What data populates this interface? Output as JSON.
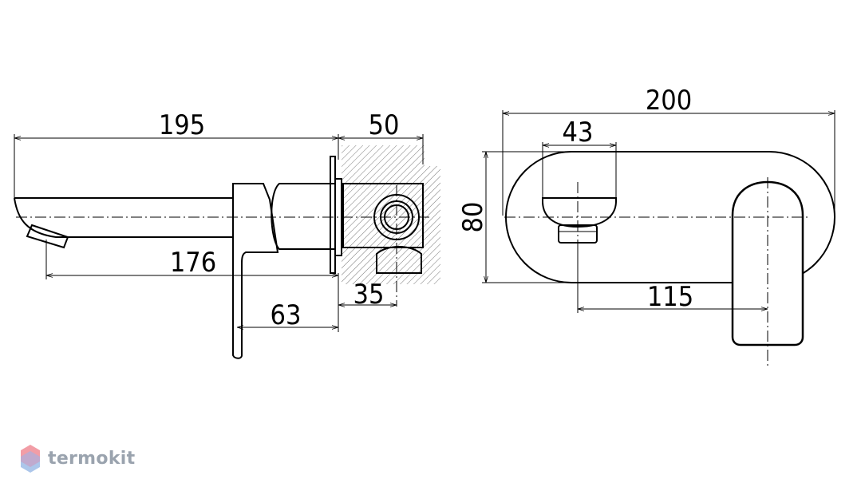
{
  "dimensions": {
    "d195": "195",
    "d50": "50",
    "d176": "176",
    "d35": "35",
    "d63": "63",
    "d200": "200",
    "d43": "43",
    "d80": "80",
    "d115": "115"
  },
  "brand": {
    "name": "termokit",
    "logo_colors": [
      "#e85a6b",
      "#7fa7d9"
    ]
  }
}
